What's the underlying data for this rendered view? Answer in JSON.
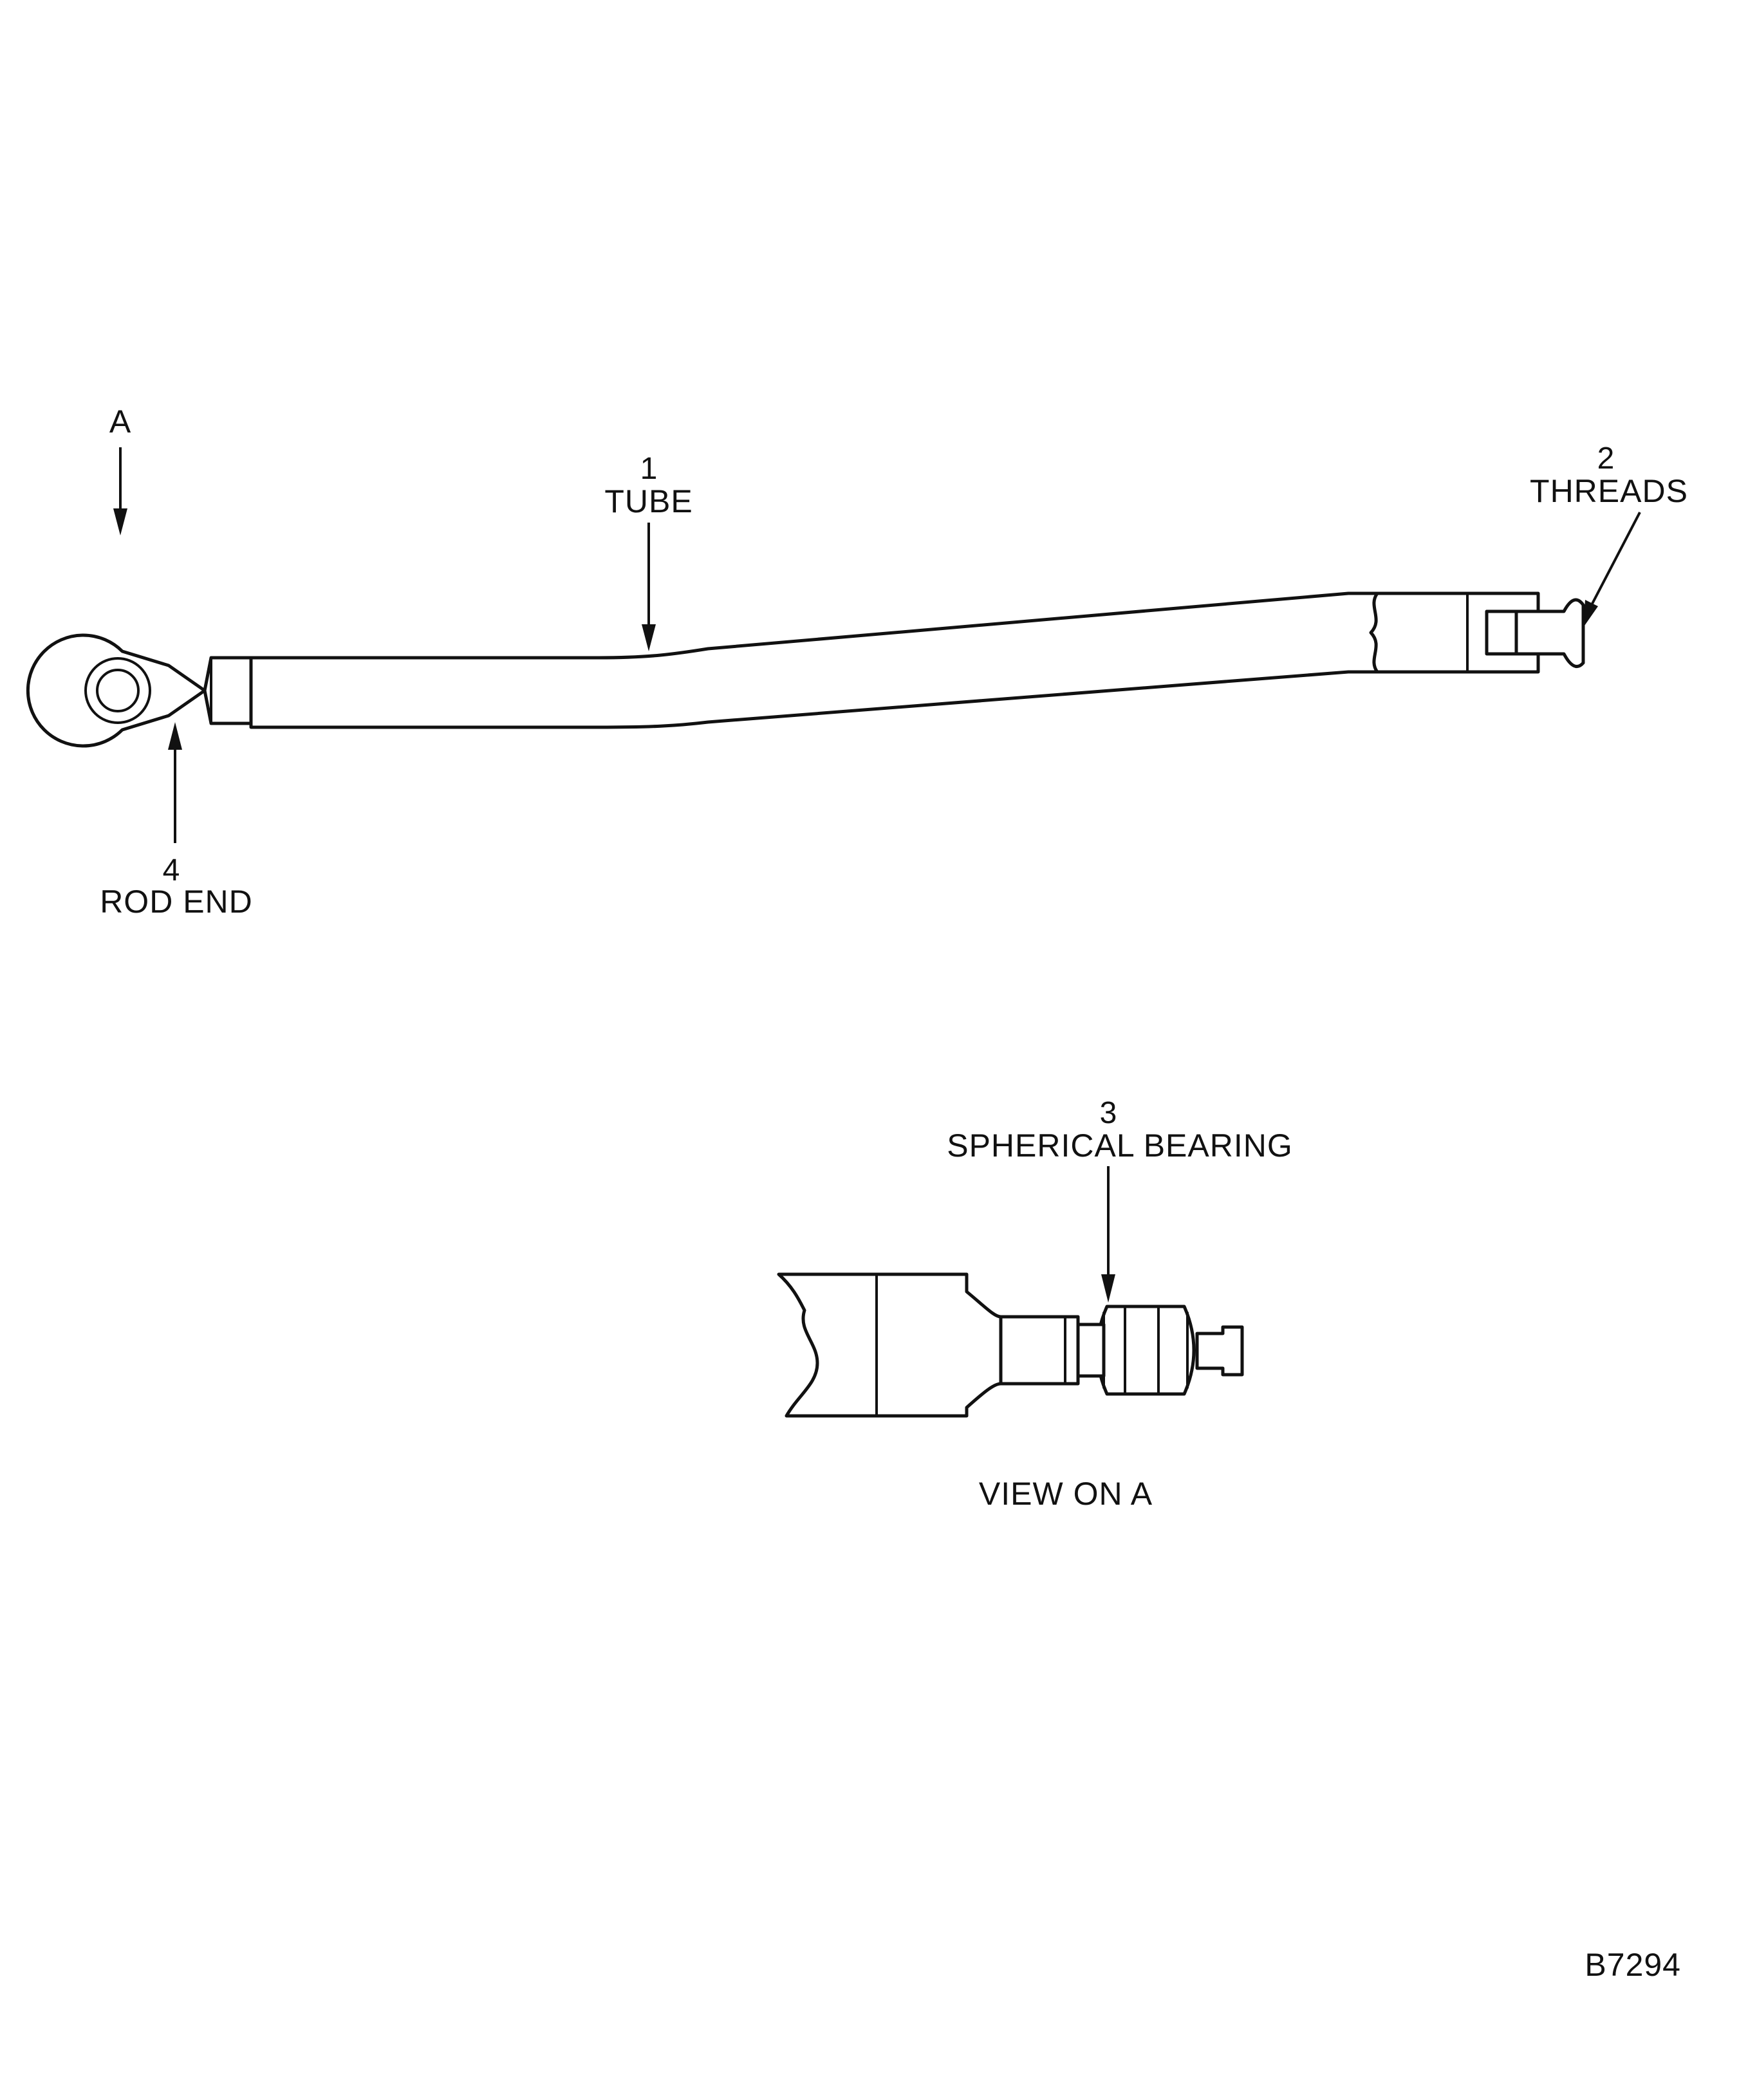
{
  "view_marker": {
    "letter": "A"
  },
  "callouts": [
    {
      "number": "1",
      "label": "TUBE"
    },
    {
      "number": "2",
      "label": "THREADS"
    },
    {
      "number": "3",
      "label": "SPHERICAL BEARING"
    },
    {
      "number": "4",
      "label": "ROD END"
    }
  ],
  "view_caption": "VIEW ON A",
  "figure_code": "B7294"
}
